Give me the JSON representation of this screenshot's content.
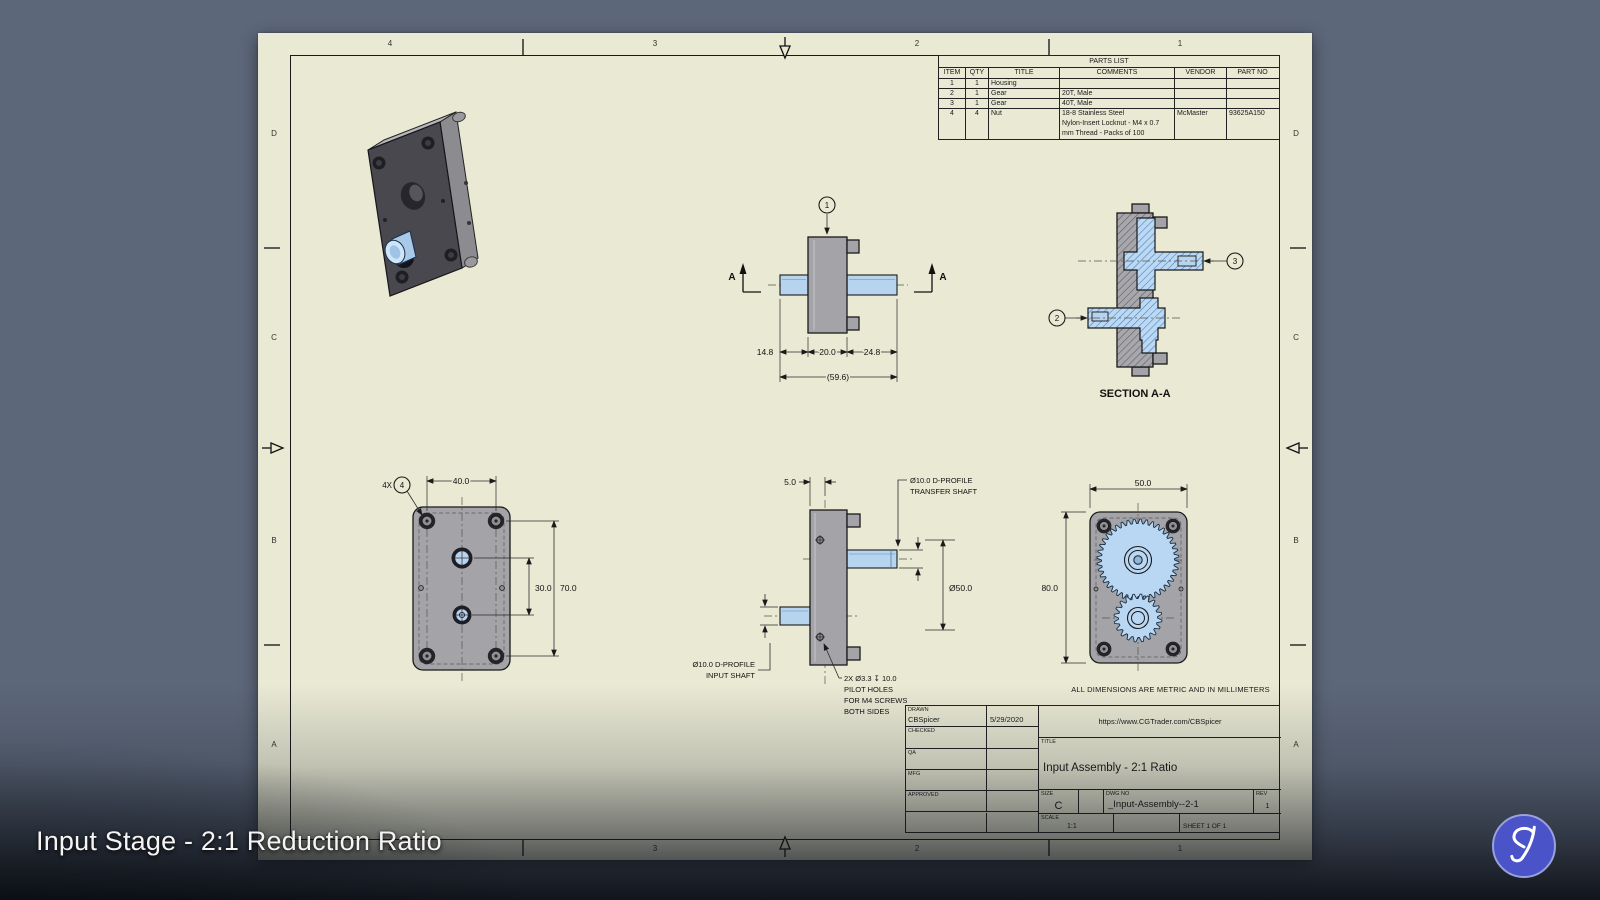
{
  "caption": "Input Stage - 2:1 Reduction Ratio",
  "logo": {
    "monogram": "CS",
    "color": "#4b53c9"
  },
  "sheet": {
    "zone_numbers": [
      "4",
      "3",
      "2",
      "1"
    ],
    "zone_letters": [
      "D",
      "C",
      "B",
      "A"
    ],
    "units_note": "ALL DIMENSIONS ARE METRIC AND IN MILLIMETERS",
    "parts_list": {
      "title": "PARTS LIST",
      "headers": {
        "item": "ITEM",
        "qty": "QTY",
        "title": "TITLE",
        "comments": "COMMENTS",
        "vendor": "VENDOR",
        "part_no": "PART NO"
      },
      "rows": [
        {
          "item": "1",
          "qty": "1",
          "title": "Housing",
          "comments": "",
          "vendor": "",
          "part_no": ""
        },
        {
          "item": "2",
          "qty": "1",
          "title": "Gear",
          "comments": "20T, Male",
          "vendor": "",
          "part_no": ""
        },
        {
          "item": "3",
          "qty": "1",
          "title": "Gear",
          "comments": "40T, Male",
          "vendor": "",
          "part_no": ""
        },
        {
          "item": "4",
          "qty": "4",
          "title": "Nut",
          "comment_lines": [
            "18-8 Stainless Steel",
            "Nylon-Insert Locknut - M4 x 0.7",
            "mm Thread - Packs of 100"
          ],
          "vendor": "McMaster",
          "part_no": "93625A150"
        }
      ]
    },
    "title_block": {
      "drawn_label": "DRAWN",
      "drawn_value": "CBSpicer",
      "drawn_date": "5/29/2020",
      "checked_label": "CHECKED",
      "qa_label": "QA",
      "mfg_label": "MFG",
      "approved_label": "APPROVED",
      "url": "https://www.CGTrader.com/CBSpicer",
      "title_label": "TITLE",
      "title_value": "Input Assembly - 2:1 Ratio",
      "size_label": "SIZE",
      "size_value": "C",
      "dwg_label": "DWG NO",
      "dwg_value": "_Input-Assembly--2-1",
      "rev_label": "REV",
      "rev_value": "1",
      "scale_label": "SCALE",
      "scale_value": "1:1",
      "sheet_info": "SHEET 1  OF 1"
    },
    "views": {
      "shaft_front": {
        "balloon": "1",
        "section_letter": "A",
        "dim_a": "14.8",
        "dim_b": "20.0",
        "dim_c": "24.8",
        "dim_overall": "(59.6)"
      },
      "section": {
        "label": "SECTION A-A",
        "balloon2": "2",
        "balloon3": "3"
      },
      "housing_front": {
        "balloon_prefix": "4X",
        "balloon": "4",
        "dim_width": "40.0",
        "dim_pitch": "30.0",
        "dim_height": "70.0"
      },
      "housing_side": {
        "dim_offset": "5.0",
        "transfer_note": [
          "Ø10.0 D-PROFILE",
          "TRANSFER SHAFT"
        ],
        "dim_gear": "Ø50.0",
        "input_note": [
          "Ø10.0 D-PROFILE",
          "INPUT SHAFT"
        ],
        "pilot_note": [
          "2X Ø3.3 ↧ 10.0",
          "PILOT HOLES",
          "FOR M4 SCREWS",
          "BOTH SIDES"
        ]
      },
      "gear_front": {
        "dim_width": "50.0",
        "dim_height": "80.0"
      }
    }
  }
}
